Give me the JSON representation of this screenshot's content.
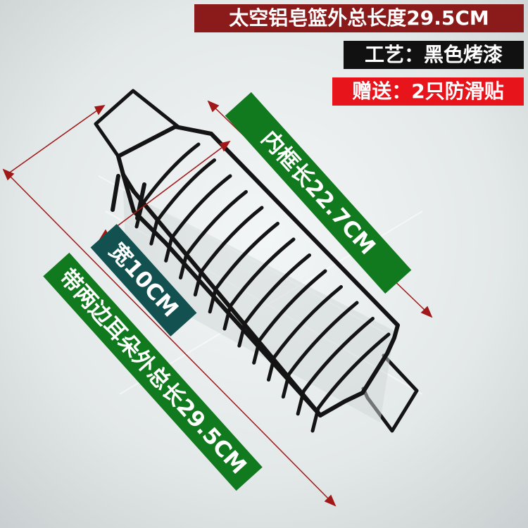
{
  "labels": {
    "total_length": "太空铝皂篮外总长度29.5CM",
    "finish": "工艺：黑色烤漆",
    "gift": "赠送：2只防滑贴",
    "inner_frame_length": "内框长22.7CM",
    "width": "宽10CM",
    "outer_length_with_ears": "带两边耳朵外总长29.5CM"
  },
  "colors": {
    "total_banner_bg": "#8b1a1a",
    "finish_banner_bg": "#111111",
    "gift_banner_bg": "#e8141c",
    "label_green": "#127a1e",
    "label_teal": "#12514f",
    "dimension_line": "#a01818",
    "basket_wire": "#141414",
    "background": "#e6ebeb"
  }
}
